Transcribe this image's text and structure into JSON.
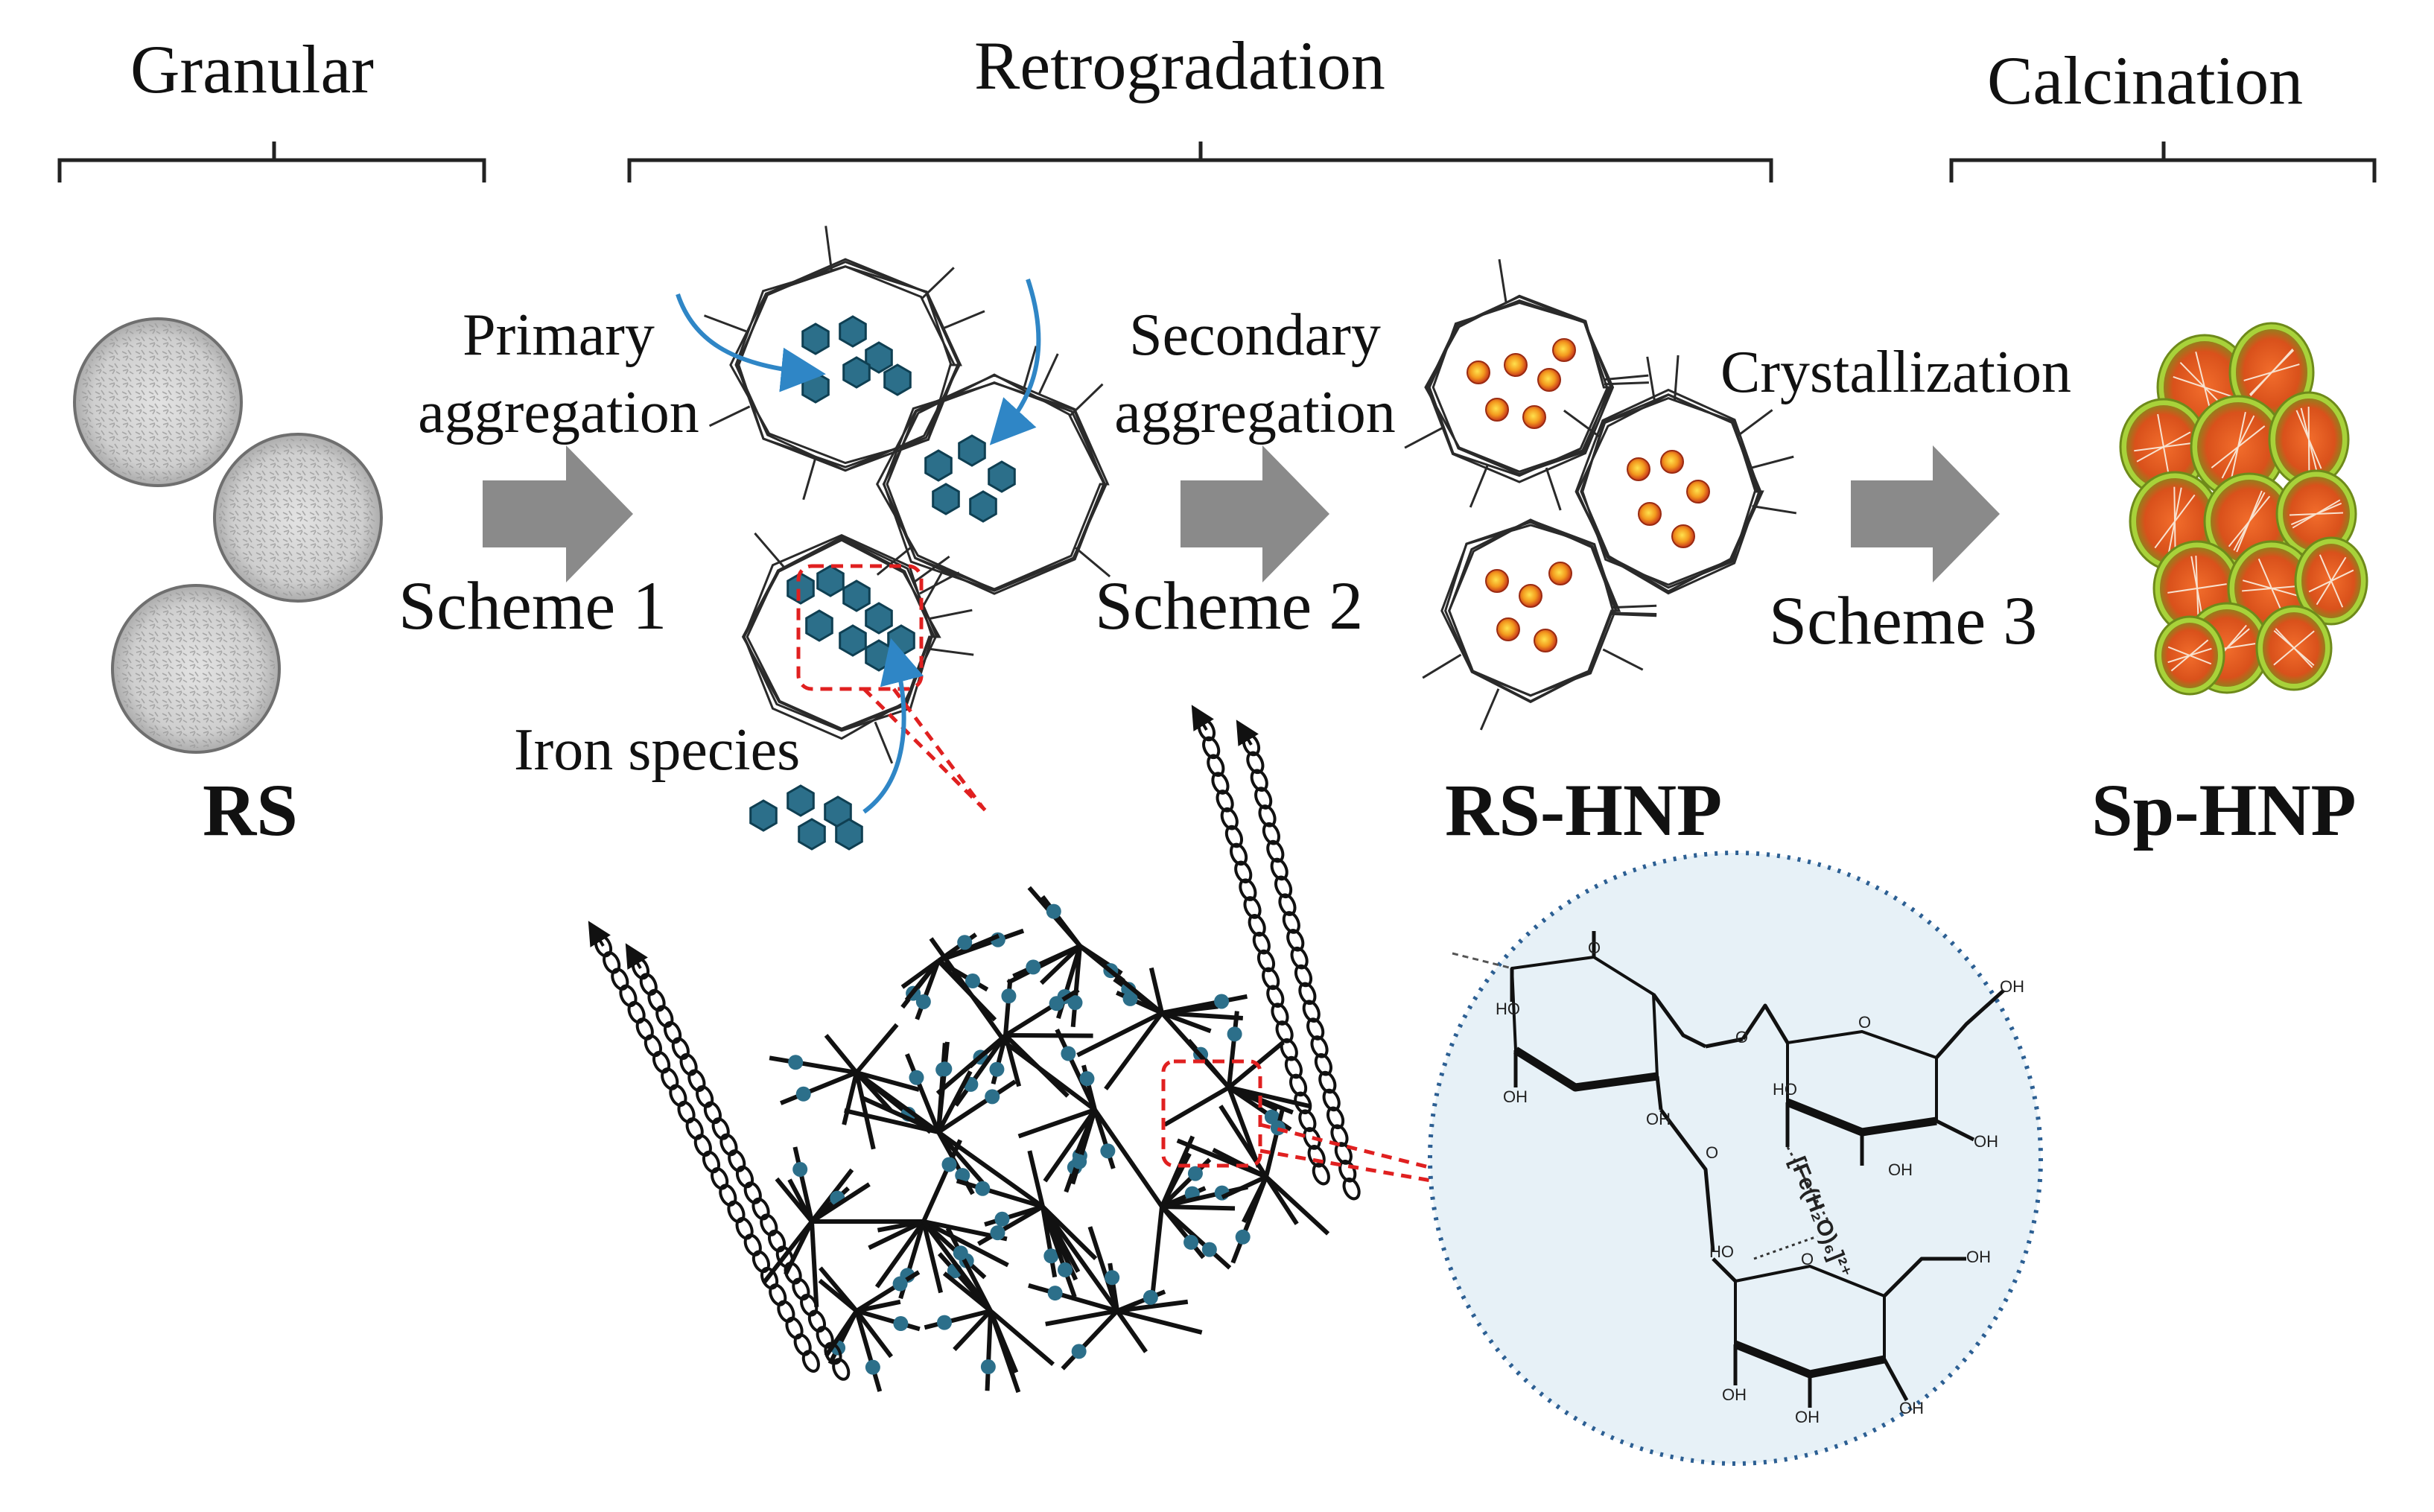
{
  "phases": {
    "granular": "Granular",
    "retrogradation": "Retrogradation",
    "calcination": "Calcination"
  },
  "steps": {
    "primary_line1": "Primary",
    "primary_line2": "aggregation",
    "secondary_line1": "Secondary",
    "secondary_line2": "aggregation",
    "crystallization": "Crystallization",
    "iron_species": "Iron species"
  },
  "schemes": {
    "scheme1": "Scheme 1",
    "scheme2": "Scheme 2",
    "scheme3": "Scheme 3"
  },
  "samples": {
    "rs": "RS",
    "rs_hnp": "RS-HNP",
    "sp_hnp": "Sp-HNP"
  },
  "chemistry": {
    "hydroxyl": "OH",
    "hydroxyl_left": "HO",
    "ring_oxygen": "O",
    "iron_complex": "[Fe(H₂O)₆]²⁺"
  },
  "colors": {
    "iron_species": "#2c6f8a",
    "guide_arrow": "#2f86c6",
    "process_arrow": "#8a8a8a",
    "highlight": "#e02020",
    "nanoparticle_core": "#e05a18",
    "nanoparticle_rim": "#f3c21a",
    "spinel_shell": "#a8d23a",
    "zoom_circle_fill": "#e7f1f7",
    "zoom_circle_border": "#2c5f93"
  }
}
